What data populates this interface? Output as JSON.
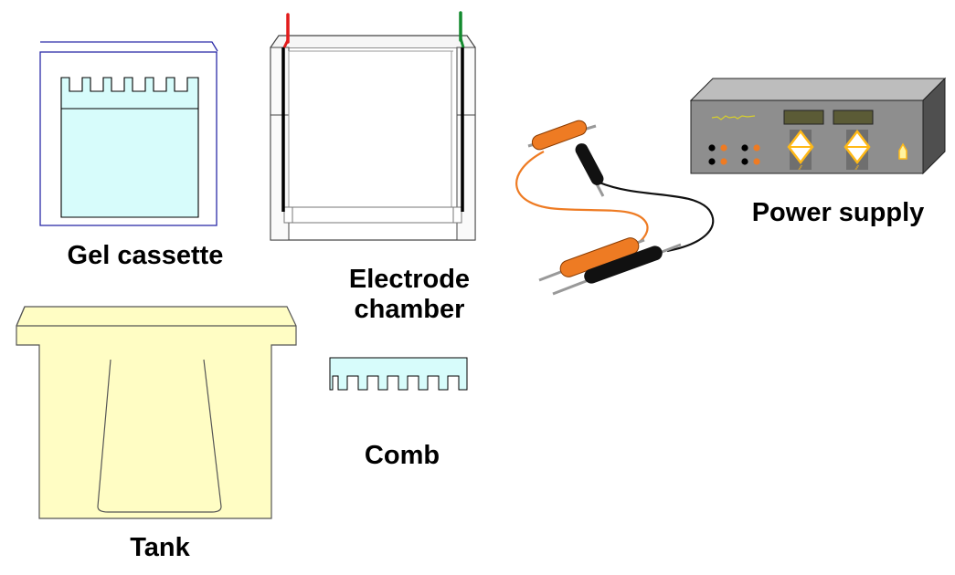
{
  "labels": {
    "gel_cassette": "Gel cassette",
    "electrode_chamber_line1": "Electrode",
    "electrode_chamber_line2": "chamber",
    "power_supply": "Power supply",
    "comb": "Comb",
    "tank": "Tank"
  },
  "colors": {
    "gel_fill": "#d7fcfb",
    "cassette_border": "#2b2ba8",
    "tank_fill": "#fffdc4",
    "electrode_red": "#e21b1b",
    "electrode_green": "#138a2e",
    "lead_orange": "#ee7b23",
    "lead_black": "#111111",
    "power_supply_body": "#8e8e8e",
    "meter_display": "#5b5b36",
    "knob_yellow": "#ffb917"
  }
}
